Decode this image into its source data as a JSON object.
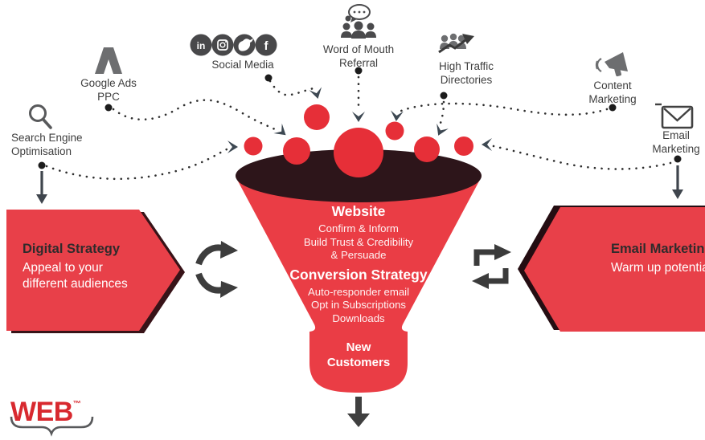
{
  "sources": [
    {
      "id": "seo",
      "label": "Search Engine\nOptimisation",
      "icon": "magnifier-icon"
    },
    {
      "id": "google-ads",
      "label": "Google Ads\nPPC",
      "icon": "google-ads-icon"
    },
    {
      "id": "social-media",
      "label": "Social Media",
      "icon": "social-media-icons",
      "glyphs": {
        "linkedin": "in",
        "facebook": "f"
      }
    },
    {
      "id": "word-of-mouth",
      "label": "Word of Mouth\nReferral",
      "icon": "people-chat-icon"
    },
    {
      "id": "high-traffic",
      "label": "High Traffic\nDirectories",
      "icon": "people-growth-icon"
    },
    {
      "id": "content-marketing",
      "label": "Content\nMarketing",
      "icon": "megaphone-icon"
    },
    {
      "id": "email-marketing",
      "label": "Email\nMarketing",
      "icon": "envelope-icon"
    }
  ],
  "funnel": {
    "stage1_title": "Website",
    "stage1_items": "Confirm & Inform\nBuild Trust & Credibility\n& Persuade",
    "stage2_title": "Conversion Strategy",
    "stage2_items": "Auto-responder email\nOpt in Subscriptions\nDownloads",
    "outcome": "New\nCustomers"
  },
  "left_banner": {
    "title": "Digital Strategy",
    "subtitle": "Appeal to your\ndifferent audiences"
  },
  "right_banner": {
    "title": "Email Marketing",
    "subtitle": "Warm up potentials"
  },
  "logo": {
    "text": "WEB",
    "tm": "™"
  },
  "colors": {
    "funnel_red": "#ea3d45",
    "bubble_red": "#e62f38",
    "banner_red": "#e84049",
    "funnel_mouth": "#2d151a",
    "banner_shadow": "#381318",
    "icon_gray": "#6d6e70",
    "dark_gray": "#3d3d3d",
    "chevron": "#3d4852",
    "logo_red": "#d8292f"
  }
}
